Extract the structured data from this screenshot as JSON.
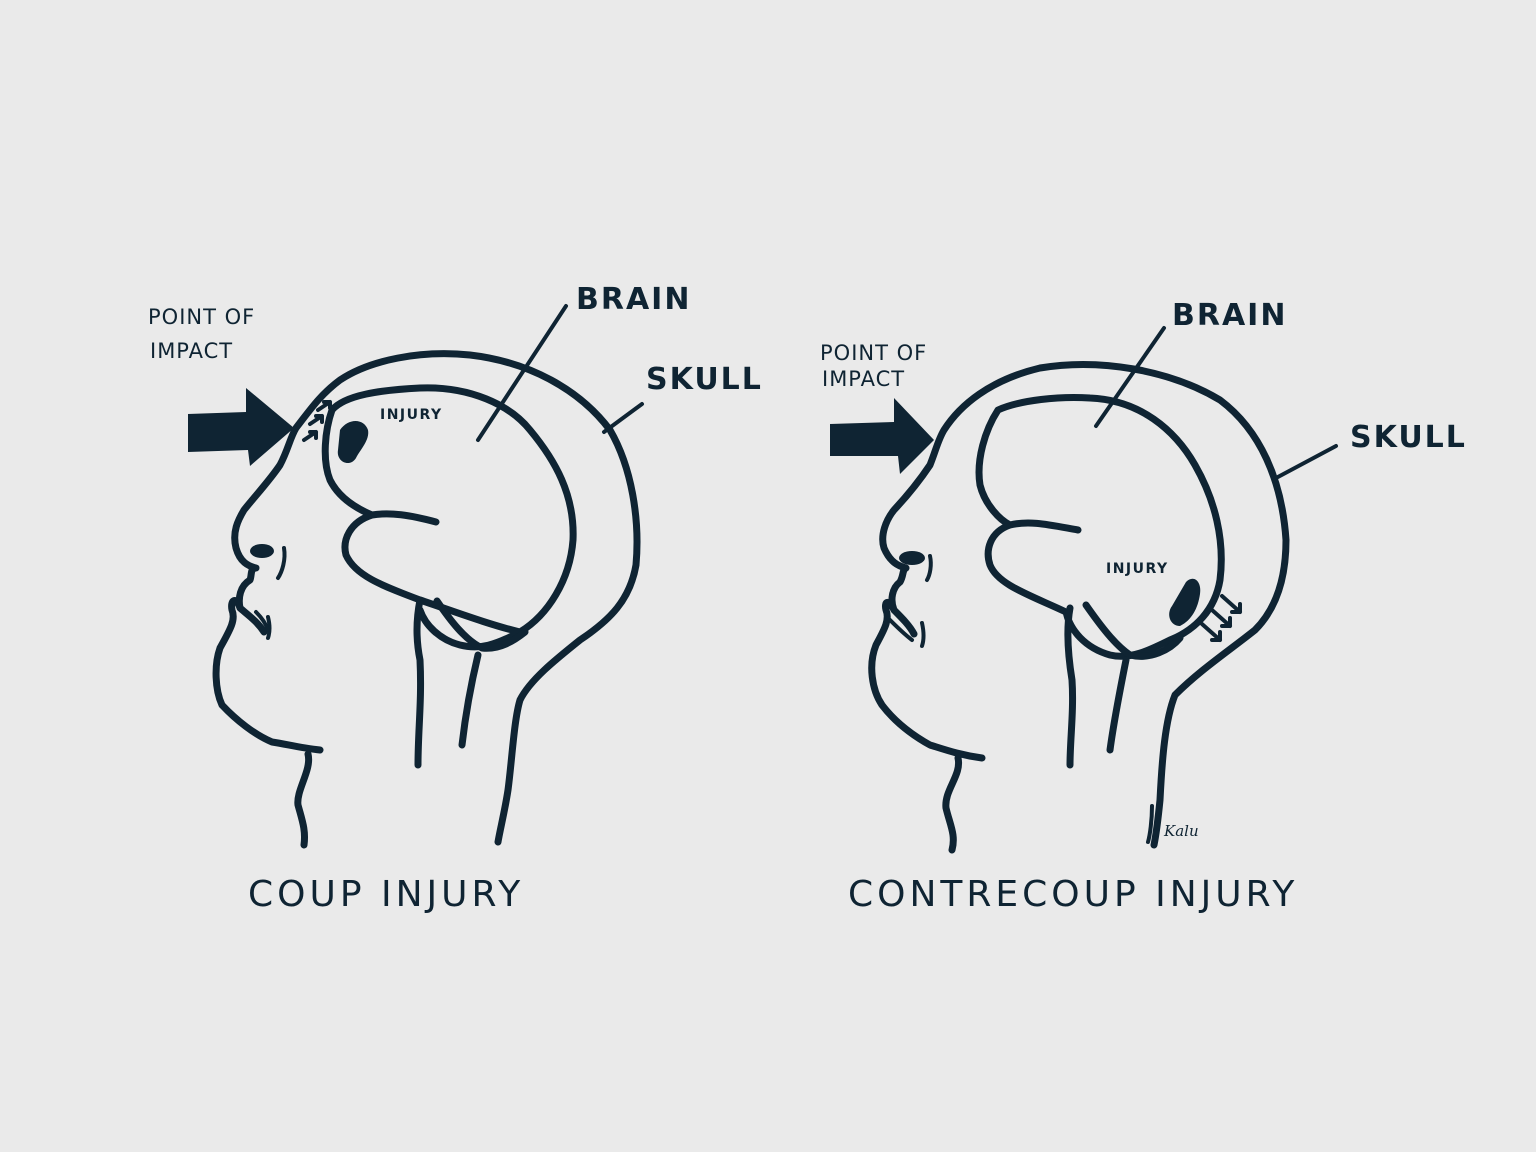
{
  "colors": {
    "background": "#eaeaea",
    "ink": "#0f2433"
  },
  "panels": [
    {
      "id": "coup",
      "title": "COUP INJURY",
      "labels": {
        "point_of_impact_line1": "POINT OF",
        "point_of_impact_line2": "IMPACT",
        "brain": "BRAIN",
        "skull": "SKULL",
        "injury": "INJURY"
      },
      "injury_location": "front (same side as impact)"
    },
    {
      "id": "contrecoup",
      "title": "CONTRECOUP INJURY",
      "labels": {
        "point_of_impact_line1": "POINT OF",
        "point_of_impact_line2": "IMPACT",
        "brain": "BRAIN",
        "skull": "SKULL",
        "injury": "INJURY"
      },
      "injury_location": "back (opposite side of impact)"
    }
  ],
  "signature": "Kalu"
}
